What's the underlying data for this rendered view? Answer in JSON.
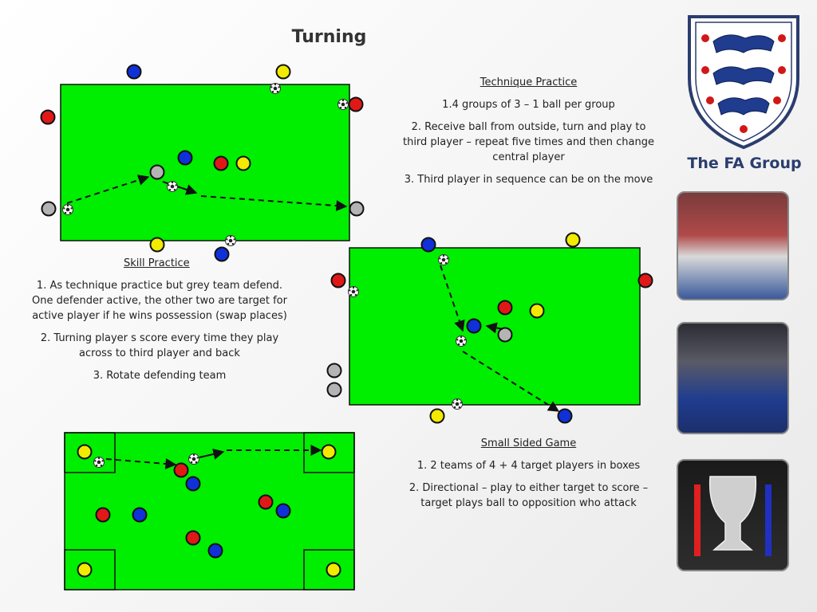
{
  "title": "Turning",
  "technique": {
    "heading": "Technique Practice",
    "items": [
      "1.4 groups of 3 – 1 ball per group",
      "2. Receive ball from outside, turn and play to third player – repeat five times and then change central player",
      "3. Third player in sequence can be on the move"
    ]
  },
  "skill": {
    "heading": "Skill Practice",
    "items": [
      "1. As technique practice but grey team defend. One defender active, the other two are target for active player if he wins possession (swap places)",
      "2. Turning player s score every time they play across to third player and back",
      "3. Rotate defending team"
    ]
  },
  "ssg": {
    "heading": "Small Sided Game",
    "items": [
      "1. 2 teams of 4 + 4 target players in boxes",
      "2. Directional – play to either target to score – target plays ball to opposition who attack"
    ]
  },
  "brand": "The FA Group",
  "colors": {
    "pitch": "#00ee00",
    "blue": "#1030d8",
    "red": "#e01818",
    "yellow": "#f2ea00",
    "grey": "#b4b4b4"
  },
  "icons": [
    "fa-crest-icon",
    "football-icon",
    "player-marker-icon",
    "pass-arrow-icon"
  ]
}
